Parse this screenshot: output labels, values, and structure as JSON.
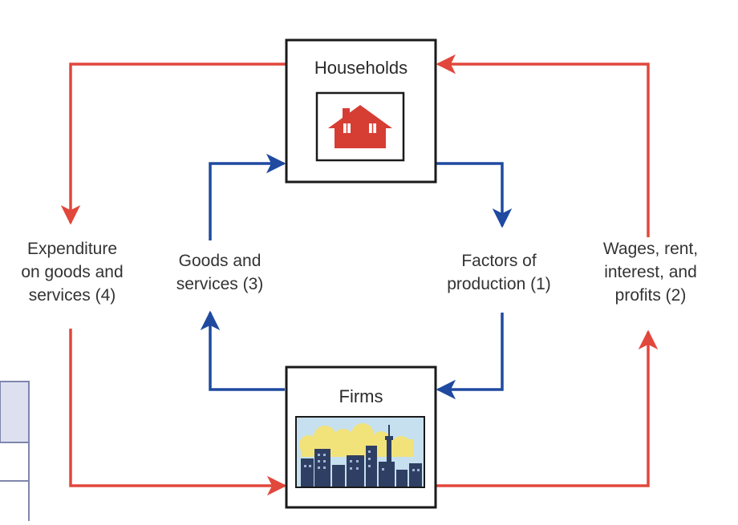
{
  "households": {
    "title": "Households",
    "icon": "house-icon"
  },
  "firms": {
    "title": "Firms",
    "icon": "city-skyline-icon"
  },
  "labels": {
    "expenditure": [
      "Expenditure",
      "on goods and",
      "services (4)"
    ],
    "goods": [
      "Goods and",
      "services (3)"
    ],
    "factors": [
      "Factors of",
      "production (1)"
    ],
    "wages": [
      "Wages, rent,",
      "interest, and",
      "profits (2)"
    ]
  },
  "colors": {
    "money_flow": "#e2473c",
    "real_flow": "#1f4aa0",
    "house": "#d63d33",
    "sky": "#c6e0ef",
    "cloud": "#f2e27a",
    "building": "#2f3f63",
    "table_fill": "#dde0ef",
    "table_border": "#7f86ad"
  }
}
